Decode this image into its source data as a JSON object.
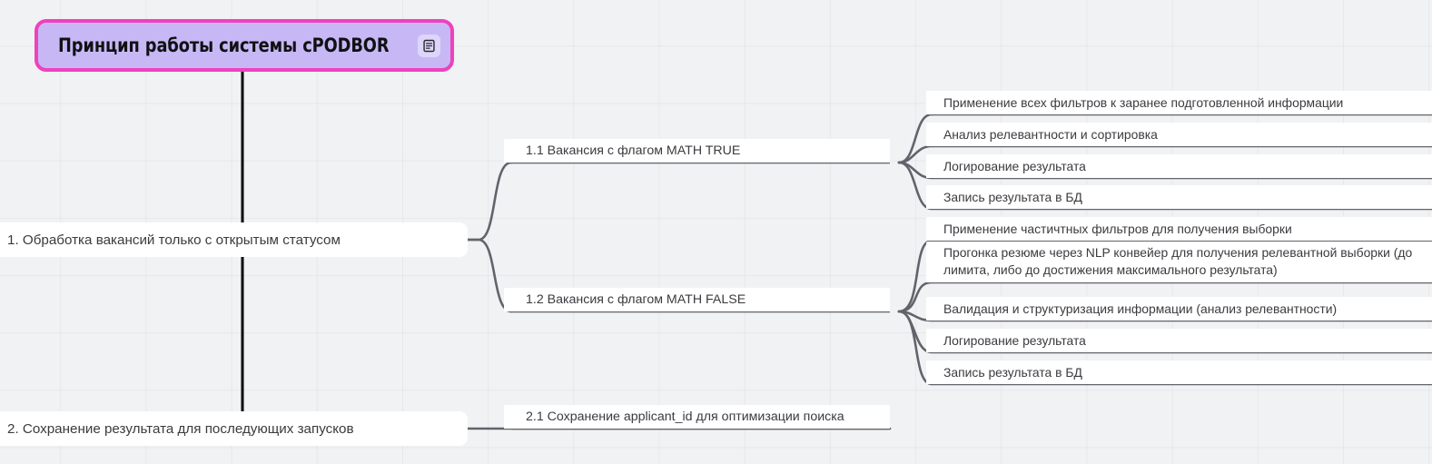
{
  "theme": {
    "canvas_bg": "#f1f2f4",
    "root_fill": "#c7b8f5",
    "root_border": "#ee42bd",
    "node_fill": "#ffffff",
    "text": "#3b3b40",
    "wire": "#63636b",
    "spine": "#111114"
  },
  "root": {
    "title": "Принцип работы системы cPODBOR",
    "note_icon": "document-note-icon"
  },
  "branches": [
    {
      "id": "1",
      "label": "1. Обработка вакансий только с открытым статусом",
      "children": [
        {
          "id": "1.1",
          "label": "1.1 Вакансия с флагом MATH TRUE",
          "children": [
            {
              "label": "Применение всех фильтров к заранее подготовленной информации"
            },
            {
              "label": "Анализ релевантности и сортировка"
            },
            {
              "label": "Логирование результата"
            },
            {
              "label": "Запись результата в БД"
            }
          ]
        },
        {
          "id": "1.2",
          "label": "1.2 Вакансия с флагом MATH FALSE",
          "children": [
            {
              "label": "Применение частичтных фильтров для получения выборки"
            },
            {
              "label": "Прогонка резюме через NLP конвейер для получения релевантной выборки (до лимита, либо до достижения максимального результата)"
            },
            {
              "label": "Валидация и структуризация информации (анализ релевантности)"
            },
            {
              "label": "Логирование результата"
            },
            {
              "label": "Запись результата в БД"
            }
          ]
        }
      ]
    },
    {
      "id": "2",
      "label": "2.  Сохранение результата для последующих запусков",
      "children": [
        {
          "id": "2.1",
          "label": "2.1 Сохранение applicant_id для оптимизации поиска",
          "children": []
        }
      ]
    }
  ]
}
